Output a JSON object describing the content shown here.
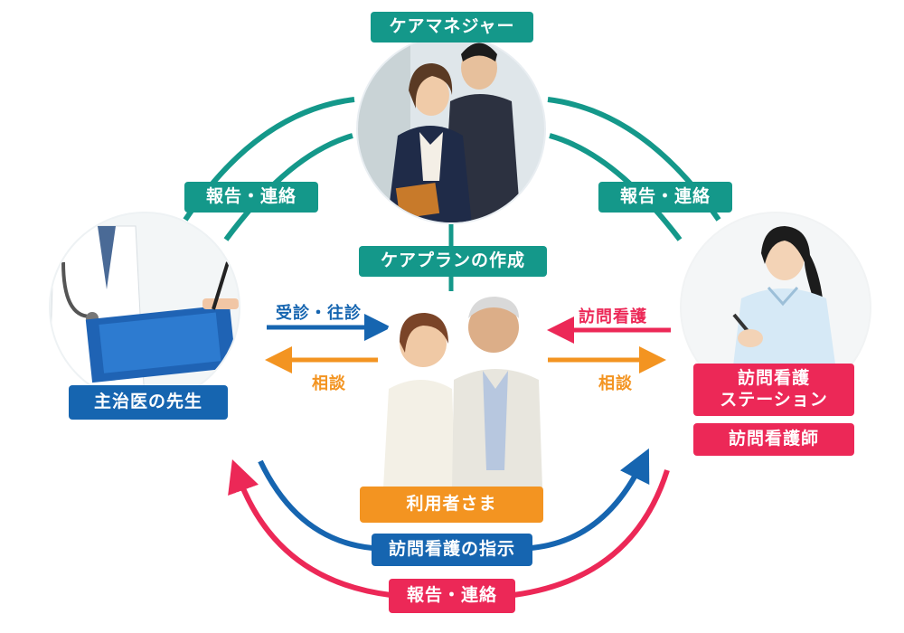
{
  "nodes": {
    "care_manager": "ケアマネジャー",
    "doctor": "主治医の先生",
    "station": "訪問看護\nステーション",
    "nurse": "訪問看護師",
    "user": "利用者さま"
  },
  "flows": {
    "report_contact_left": "報告・連絡",
    "report_contact_right": "報告・連絡",
    "care_plan": "ケアプランの作成",
    "consultation_visit": "受診・往診",
    "consult_left": "相談",
    "home_nursing": "訪問看護",
    "consult_right": "相談",
    "instruction": "訪問看護の指示",
    "report_contact_bottom": "報告・連絡"
  },
  "colors": {
    "teal": "#14988a",
    "blue": "#1665b0",
    "pink": "#ec2857",
    "orange": "#f39421"
  },
  "photos": {
    "care_manager": "business people photo",
    "doctor": "doctor with clipboard photo",
    "nurse": "nurse photo",
    "user": "elderly couple photo"
  }
}
